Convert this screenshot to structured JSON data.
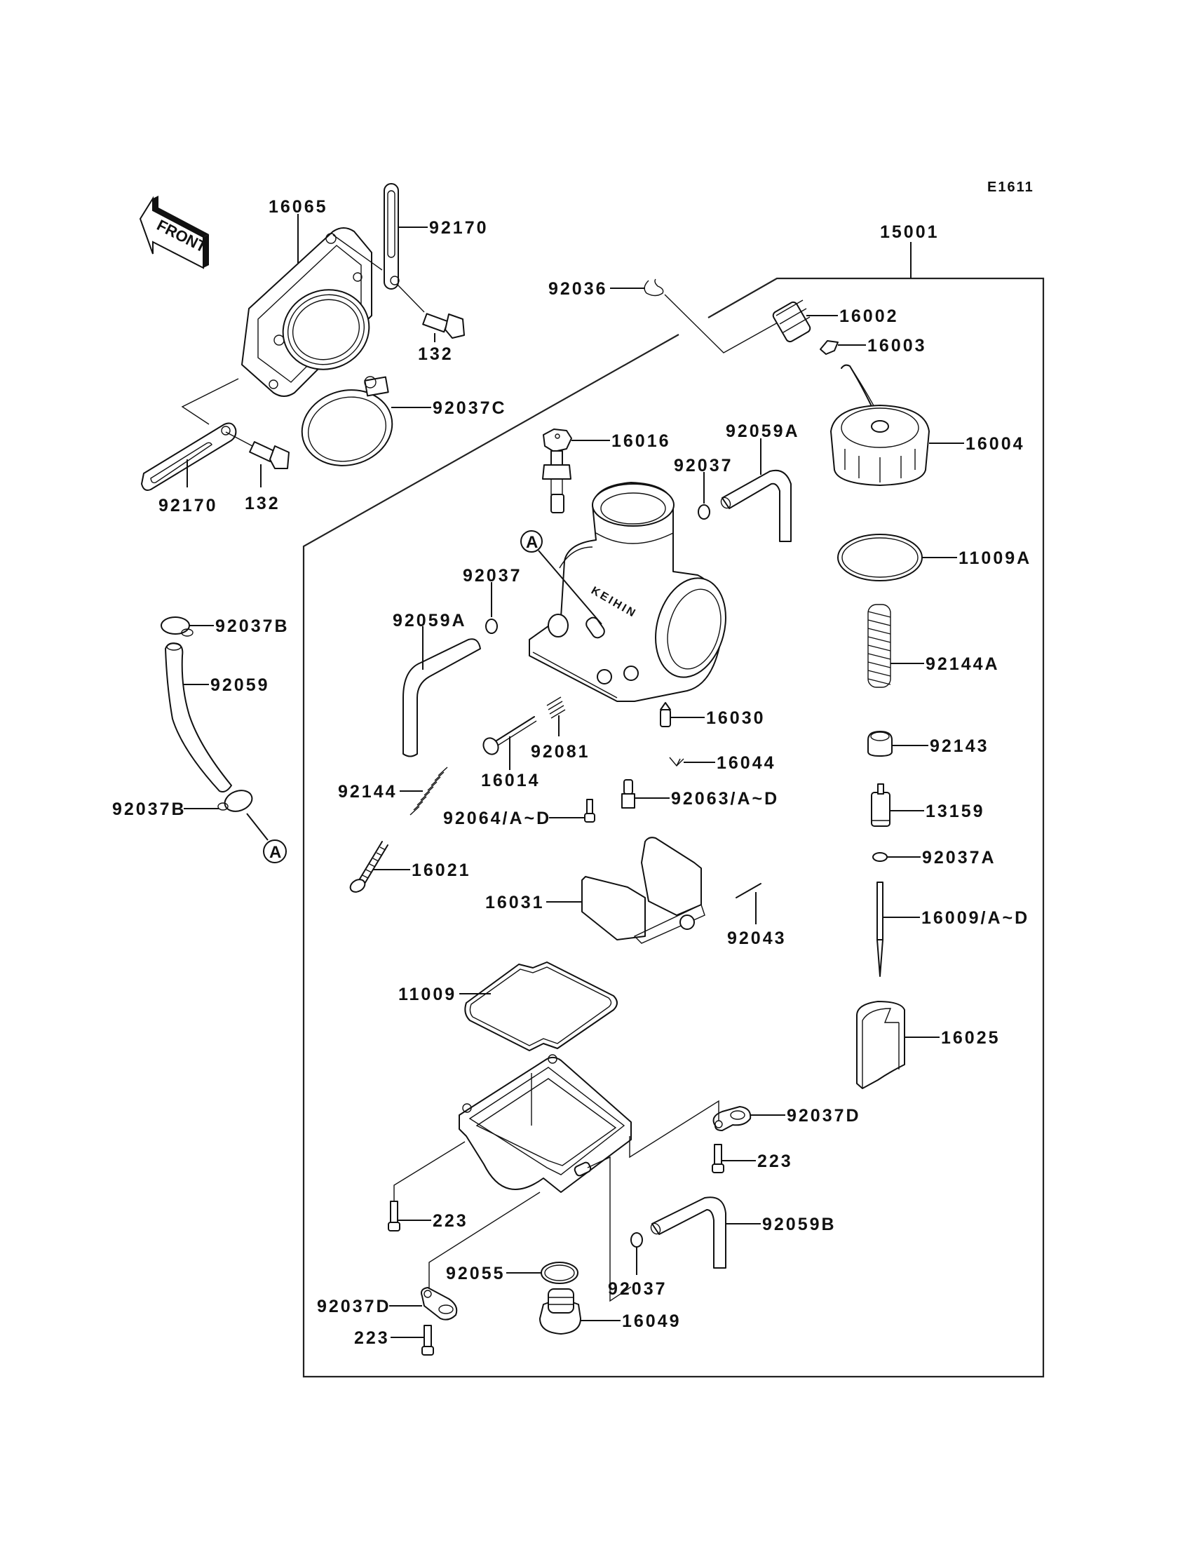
{
  "diagram": {
    "figure_code": "E1611",
    "orientation_marker": "FRONT",
    "carburetor_brand": "KEIHIN",
    "assembly": {
      "part_no": "15001",
      "name": "carburetor-assembly"
    },
    "callouts": [
      {
        "id": "A",
        "label": "A"
      },
      {
        "id": "A2",
        "label": "A"
      }
    ],
    "labels": [
      {
        "key": "l16065",
        "text": "16065"
      },
      {
        "key": "l92170a",
        "text": "92170"
      },
      {
        "key": "l132a",
        "text": "132"
      },
      {
        "key": "l92037c",
        "text": "92037C"
      },
      {
        "key": "l92170b",
        "text": "92170"
      },
      {
        "key": "l132b",
        "text": "132"
      },
      {
        "key": "l15001",
        "text": "15001"
      },
      {
        "key": "l92036",
        "text": "92036"
      },
      {
        "key": "l16002",
        "text": "16002"
      },
      {
        "key": "l16003",
        "text": "16003"
      },
      {
        "key": "l16016",
        "text": "16016"
      },
      {
        "key": "l92059a1",
        "text": "92059A"
      },
      {
        "key": "l92037a1",
        "text": "92037"
      },
      {
        "key": "l16004",
        "text": "16004"
      },
      {
        "key": "l92037a2",
        "text": "92037"
      },
      {
        "key": "l11009a",
        "text": "11009A"
      },
      {
        "key": "l92037b1",
        "text": "92037B"
      },
      {
        "key": "l92059a2",
        "text": "92059A"
      },
      {
        "key": "l92059",
        "text": "92059"
      },
      {
        "key": "l92144a",
        "text": "92144A"
      },
      {
        "key": "l16030",
        "text": "16030"
      },
      {
        "key": "l92143",
        "text": "92143"
      },
      {
        "key": "l92081",
        "text": "92081"
      },
      {
        "key": "l16044",
        "text": "16044"
      },
      {
        "key": "l16014",
        "text": "16014"
      },
      {
        "key": "l92144",
        "text": "92144"
      },
      {
        "key": "l92064",
        "text": "92064/A~D"
      },
      {
        "key": "l92063",
        "text": "92063/A~D"
      },
      {
        "key": "l13159",
        "text": "13159"
      },
      {
        "key": "l92037b2",
        "text": "92037B"
      },
      {
        "key": "l92037aa",
        "text": "92037A"
      },
      {
        "key": "l16021",
        "text": "16021"
      },
      {
        "key": "l16031",
        "text": "16031"
      },
      {
        "key": "l16009",
        "text": "16009/A~D"
      },
      {
        "key": "l92043",
        "text": "92043"
      },
      {
        "key": "l11009",
        "text": "11009"
      },
      {
        "key": "l16025",
        "text": "16025"
      },
      {
        "key": "l92037d1",
        "text": "92037D"
      },
      {
        "key": "l223a",
        "text": "223"
      },
      {
        "key": "l223b",
        "text": "223"
      },
      {
        "key": "l92059b",
        "text": "92059B"
      },
      {
        "key": "l92055",
        "text": "92055"
      },
      {
        "key": "l92037a3",
        "text": "92037"
      },
      {
        "key": "l92037d2",
        "text": "92037D"
      },
      {
        "key": "l16049",
        "text": "16049"
      },
      {
        "key": "l223c",
        "text": "223"
      }
    ]
  }
}
